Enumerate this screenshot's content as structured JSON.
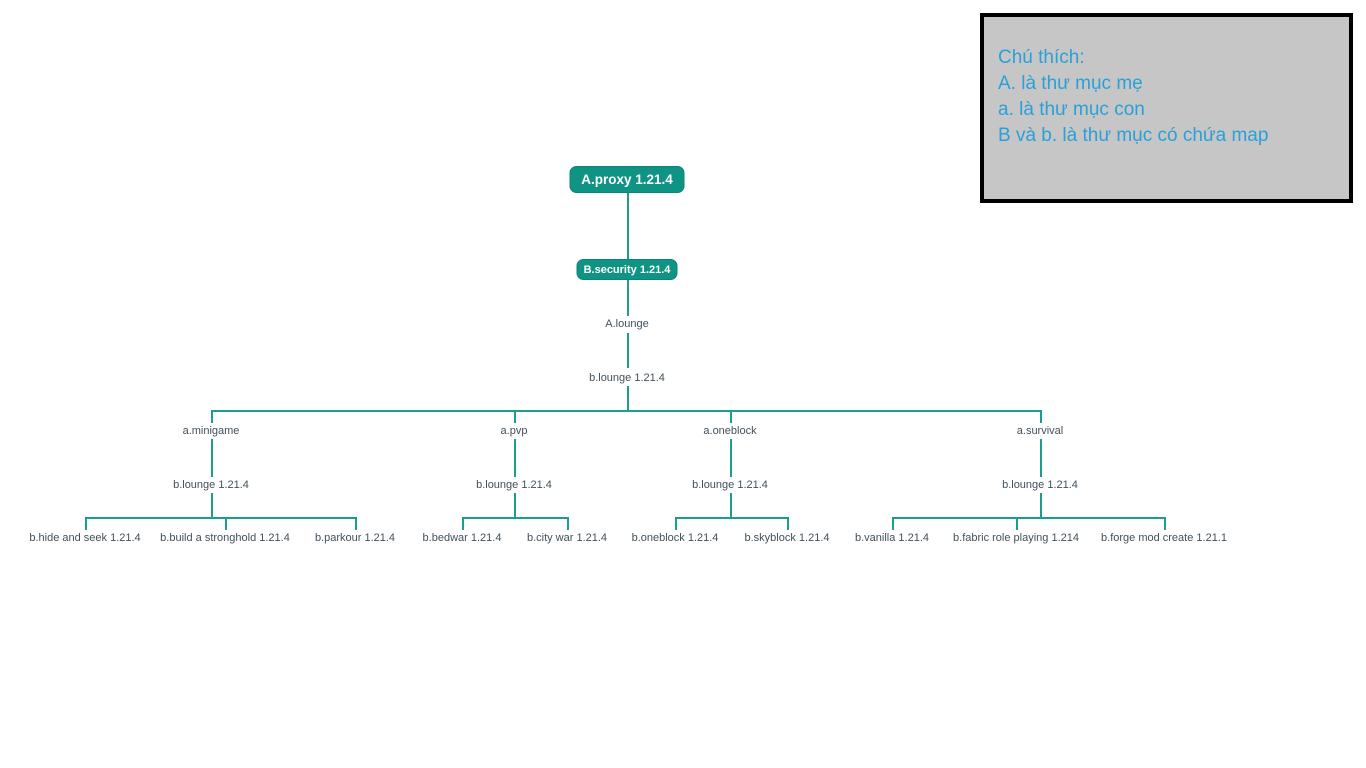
{
  "colors": {
    "node_fill": "#0f9384",
    "connector": "#1b9e8c",
    "label_text": "#41505c",
    "legend_text": "#29a0d9",
    "legend_bg": "#c6c6c6",
    "legend_border": "#000000"
  },
  "legend": {
    "title": "Chú thích:",
    "lines": [
      "A. là thư mục mẹ",
      "a. là thư mục con",
      "B và b. là thư mục có chứa map"
    ]
  },
  "tree": {
    "root": "A.proxy 1.21.4",
    "security": "B.security 1.21.4",
    "parent_lounge": "A.lounge",
    "main_lounge": "b.lounge 1.21.4",
    "branches": [
      {
        "name": "a.minigame",
        "lounge": "b.lounge 1.21.4",
        "leaves": [
          "b.hide and seek 1.21.4",
          "b.build a stronghold 1.21.4",
          "b.parkour 1.21.4"
        ]
      },
      {
        "name": "a.pvp",
        "lounge": "b.lounge 1.21.4",
        "leaves": [
          "b.bedwar 1.21.4",
          "b.city war 1.21.4"
        ]
      },
      {
        "name": "a.oneblock",
        "lounge": "b.lounge 1.21.4",
        "leaves": [
          "b.oneblock 1.21.4",
          "b.skyblock 1.21.4"
        ]
      },
      {
        "name": "a.survival",
        "lounge": "b.lounge 1.21.4",
        "leaves": [
          "b.vanilla 1.21.4",
          "b.fabric role playing 1.214",
          "b.forge mod create 1.21.1"
        ]
      }
    ]
  }
}
